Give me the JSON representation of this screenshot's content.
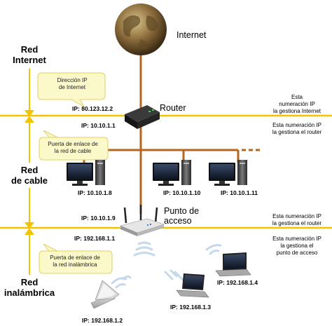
{
  "colors": {
    "background": "#ffffff",
    "cable": "#b5651d",
    "zone_line": "#f2c300",
    "bubble_fill": "#fbf8c9",
    "bubble_stroke": "#e3cf63",
    "globe": "#8a6a3a",
    "wifi": "#c5d8ec"
  },
  "labels": {
    "internet": "Internet",
    "router": "Router",
    "access_point_line1": "Punto de",
    "access_point_line2": "acceso"
  },
  "zones": {
    "internet_line1": "Red",
    "internet_line2": "Internet",
    "cable_line1": "Red",
    "cable_line2": "de cable",
    "wireless_line1": "Red",
    "wireless_line2": "inalámbrica"
  },
  "bubbles": {
    "internet_ip_line1": "Dirección IP",
    "internet_ip_line2": "de Internet",
    "cable_gateway_line1": "Puerta de enlace de",
    "cable_gateway_line2": "la red de cable",
    "wireless_gateway_line1": "Puerta de enlace de",
    "wireless_gateway_line2": "la red inalámbrica"
  },
  "ips": {
    "router_wan": "IP: 80.123.12.2",
    "router_lan": "IP: 10.10.1.1",
    "pc1": "IP: 10.10.1.8",
    "pc2": "IP: 10.10.1.10",
    "pc3": "IP: 10.10.1.11",
    "ap_lan": "IP: 10.10.1.9",
    "ap_wlan": "IP: 192.168.1.1",
    "laptop1": "IP: 192.168.1.2",
    "laptop2": "IP: 192.168.1.3",
    "laptop3": "IP: 192.168.1.4"
  },
  "notes": {
    "n1_line1": "Esta",
    "n1_line2": "numeración IP",
    "n1_line3": "la gestiona Internet",
    "n2_line1": "Esta numeración IP",
    "n2_line2": "la gestiona el router",
    "n3_line1": "Esta numeración IP",
    "n3_line2": "la gestiona el router",
    "n4_line1": "Esta numeración IP",
    "n4_line2": "la gestiona el",
    "n4_line3": "punto de acceso"
  }
}
